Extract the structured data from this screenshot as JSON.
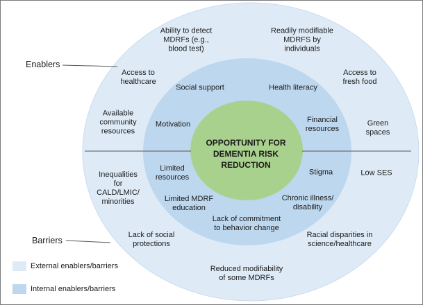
{
  "side_labels": {
    "enablers": "Enablers",
    "barriers": "Barriers"
  },
  "center": "OPPORTUNITY FOR\nDEMENTIA RISK\nREDUCTION",
  "outer_enablers": {
    "detect": "Ability to detect\nMDRFs (e.g.,\nblood test)",
    "modifiable": "Readily modifiable\nMDRFS by\nindividuals",
    "healthcare": "Access to\nhealthcare",
    "food": "Access to\nfresh food",
    "community": "Available\ncommunity\nresources",
    "green": "Green\nspaces"
  },
  "inner_enablers": {
    "social_support": "Social support",
    "health_literacy": "Health literacy",
    "motivation": "Motivation",
    "financial": "Financial\nresources"
  },
  "inner_barriers": {
    "limited_resources": "Limited\nresources",
    "stigma": "Stigma",
    "education": "Limited MDRF\neducation",
    "chronic": "Chronic illness/\ndisability",
    "commitment": "Lack of commitment\nto behavior change"
  },
  "outer_barriers": {
    "ses": "Low SES",
    "inequalities": "Inequalities\nfor\nCALD/LMIC/\nminorities",
    "social_protections": "Lack of social\nprotections",
    "racial": "Racial disparities in\nscience/healthcare",
    "modifiability": "Reduced modifiability\nof some MDRFs"
  },
  "legend": [
    {
      "label": "External enablers/barriers",
      "color": "#deebf7"
    },
    {
      "label": "Internal enablers/barriers",
      "color": "#bdd7ee"
    }
  ],
  "colors": {
    "outer": "#deebf7",
    "inner": "#bdd7ee",
    "core": "#a9d18e"
  }
}
